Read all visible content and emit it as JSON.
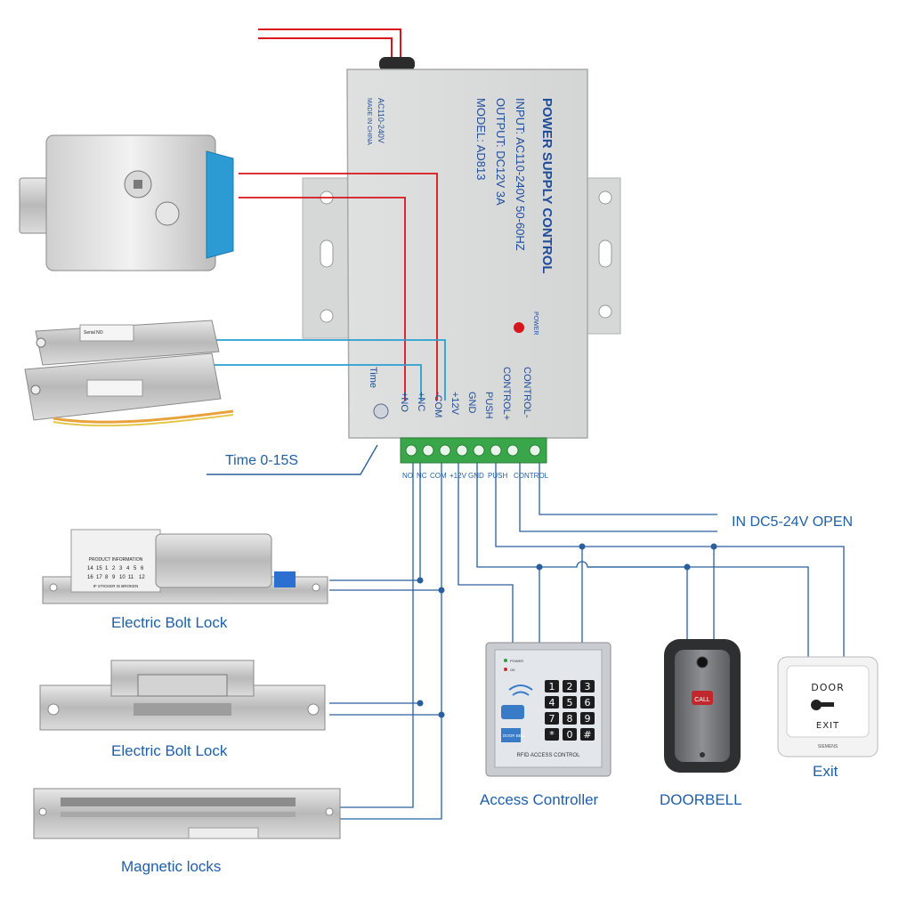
{
  "power_supply": {
    "title": "POWER SUPPLY CONTROL",
    "input": "INPUT: AC110-240V  50-60HZ",
    "output": "OUTPUT: DC12V  3A",
    "model": "MODEL: AD813",
    "side_label": "AC110-240V",
    "made_in": "MADE IN CHINA",
    "power_led": "POWER",
    "body_terms": [
      "+NO",
      "+NC",
      "-COM",
      "+12V",
      "GND",
      "PUSH",
      "CONTROL+",
      "CONTROL-"
    ],
    "time_word": "Time"
  },
  "terminal_labels": [
    "NO",
    "NC",
    "COM",
    "+12V",
    "GND",
    "PUSH",
    "CONTROL"
  ],
  "labels": {
    "time": "Time 0-15S",
    "in_dc": "IN DC5-24V OPEN",
    "bolt1": "Electric Bolt Lock",
    "bolt2": "Electric Bolt Lock",
    "magnetic": "Magnetic locks",
    "access": "Access Controller",
    "doorbell": "DOORBELL",
    "exit": "Exit"
  },
  "keypad": {
    "keys": [
      "1",
      "2",
      "3",
      "4",
      "5",
      "6",
      "7",
      "8",
      "9",
      "*",
      "0",
      "#"
    ],
    "footer": "RFID ACCESS CONTROL",
    "power_led": "POWER",
    "ok_led": "OK",
    "bell_label": "DOOR BELL"
  },
  "doorbell_device": {
    "call_label": "CALL"
  },
  "exit_button": {
    "door": "DOOR",
    "exit": "EXIT",
    "brand": "SIEMENS"
  },
  "lock_details": {
    "bolt_table_title": "PRODUCT INFORMATION",
    "bolt_table_row1": [
      "14",
      "15",
      "1",
      "2",
      "3",
      "4",
      "5",
      "6"
    ],
    "bolt_table_row2": [
      "16",
      "17",
      "8",
      "9",
      "10",
      "11",
      "12"
    ],
    "bolt_table_note": "IF STICKER IS BROKEN",
    "serial_label": "Serial NO"
  },
  "colors": {
    "wire_blue": "#2a5f9e",
    "wire_red": "#d8151b",
    "label_blue": "#1f5fa8",
    "terminal_green": "#3aa64a"
  }
}
